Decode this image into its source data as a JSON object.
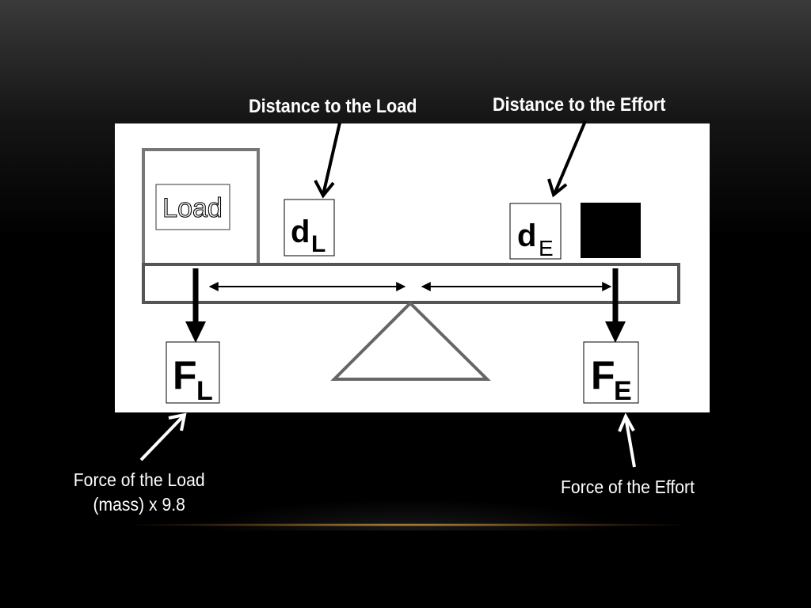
{
  "labels": {
    "distance_load": "Distance to the Load",
    "distance_effort": "Distance to the Effort",
    "force_load_line1": "Force of the Load",
    "force_load_line2": "(mass) x 9.8",
    "force_effort": "Force of the Effort"
  },
  "diagram": {
    "load_box": "Load",
    "d_letter": "d",
    "dl_sub": "L",
    "de_sub": "E",
    "f_letter": "F",
    "fl_sub": "L",
    "fe_sub": "E"
  }
}
